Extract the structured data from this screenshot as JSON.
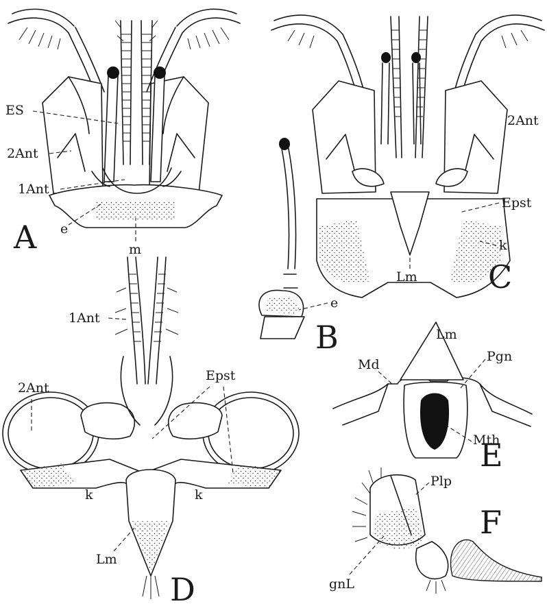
{
  "panels": {
    "A": {
      "letter": "A",
      "labels": {
        "es": "ES",
        "ant2": "2Ant",
        "ant1": "1Ant",
        "e": "e",
        "m": "m"
      }
    },
    "B": {
      "letter": "B",
      "labels": {
        "e": "e"
      }
    },
    "C": {
      "letter": "C",
      "labels": {
        "ant2": "2Ant",
        "epst": "Epst",
        "k": "k",
        "lm": "Lm"
      }
    },
    "D": {
      "letter": "D",
      "labels": {
        "ant1": "1Ant",
        "ant2": "2Ant",
        "epst": "Epst",
        "k_left": "k",
        "k_right": "k",
        "lm": "Lm"
      }
    },
    "E": {
      "letter": "E",
      "labels": {
        "lm": "Lm",
        "md": "Md",
        "pgn": "Pgn",
        "mth": "Mth"
      }
    },
    "F": {
      "letter": "F",
      "labels": {
        "plp": "Plp",
        "gnl": "gnL"
      }
    }
  }
}
